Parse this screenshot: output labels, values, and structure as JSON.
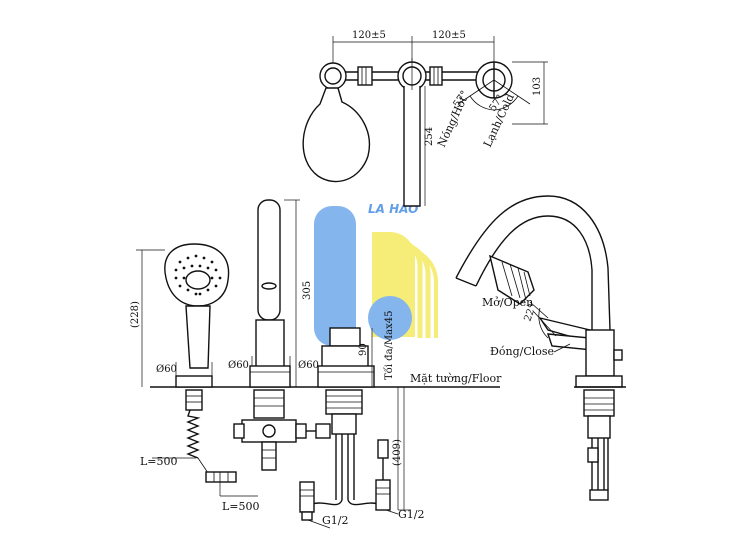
{
  "top_view": {
    "dim_left": "120±5",
    "dim_right": "120±5",
    "dim_103": "103",
    "dim_254": "254",
    "angle_left": "57°",
    "angle_right": "57°",
    "hot_label": "Nóng/Hot",
    "cold_label": "Lạnh/Cold"
  },
  "front_view": {
    "dim_228": "(228)",
    "dim_305": "305",
    "dim_90": "90",
    "dim_409": "(409)",
    "max_label": "Tối đa/Max45",
    "dia_1": "Ø60",
    "dia_2": "Ø60",
    "dia_3": "Ø60",
    "floor_label": "Mặt tường/Floor",
    "hose_1": "L=500",
    "hose_2": "L=500",
    "thread_1": "G1/2",
    "thread_2": "G1/2"
  },
  "side_view": {
    "open_label": "Mở/Open",
    "close_label": "Đóng/Close",
    "angle": "22°"
  },
  "watermark": {
    "text": "LA HÀO",
    "colors": {
      "blue": "#2f7fe0",
      "yellow": "#f3e233"
    }
  }
}
